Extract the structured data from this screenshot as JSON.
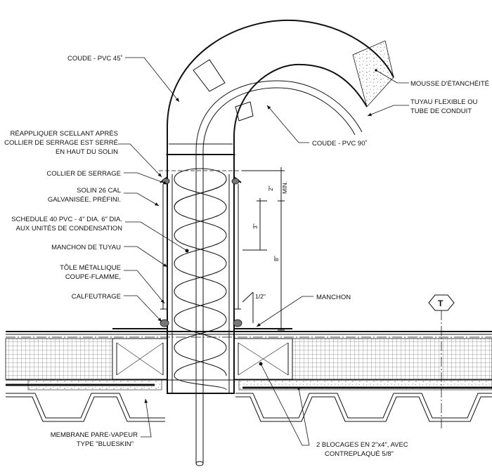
{
  "labels": {
    "coude_45": "COUDE - PVC 45˚",
    "mousse": "MOUSSE D'ÉTANCHÉITÉ",
    "tuyau_1": "TUYAU FLEXIBLE OU",
    "tuyau_2": "TUBE DE CONDUIT",
    "coude_90": "COUDE - PVC 90˚",
    "scellant_1": "RÉAPPLIQUER SCELLANT APRÈS",
    "scellant_2": "COLLIER DE SERRAGE EST SERRÉ",
    "scellant_3": "EN HAUT DU SOLIN",
    "collier": "COLLIER DE SERRAGE",
    "solin_1": "SOLIN 26 CAL",
    "solin_2": "GALVANISÉE, PRÉFINI.",
    "schedule_1": "SCHEDULE 40 PVC - 4\" DIA. 6\" DIA.",
    "schedule_2": "AUX UNITÉS DE CONDENSATION",
    "manchon_tuyau": "MANCHON DE TUYAU",
    "tole_1": "TÔLE MÉTALLIQUE",
    "tole_2": "COUPE-FLAMME,",
    "calfeutrage": "CALFEUTRAGE",
    "manchon": "MANCHON",
    "membrane_1": "MEMBRANE PARE-VAPEUR",
    "membrane_2": "TYPE \"BLUESKIN\"",
    "blocages_1": "2 BLOCAGES EN 2\"x4\", AVEC",
    "blocages_2": "CONTREPLAQUÉ 5/8\""
  },
  "dimensions": {
    "two_in": "2\"",
    "min": "MIN.",
    "three_in": "3\"",
    "eight_in": "8\"",
    "half_in": "1/2\""
  },
  "tag": "T"
}
